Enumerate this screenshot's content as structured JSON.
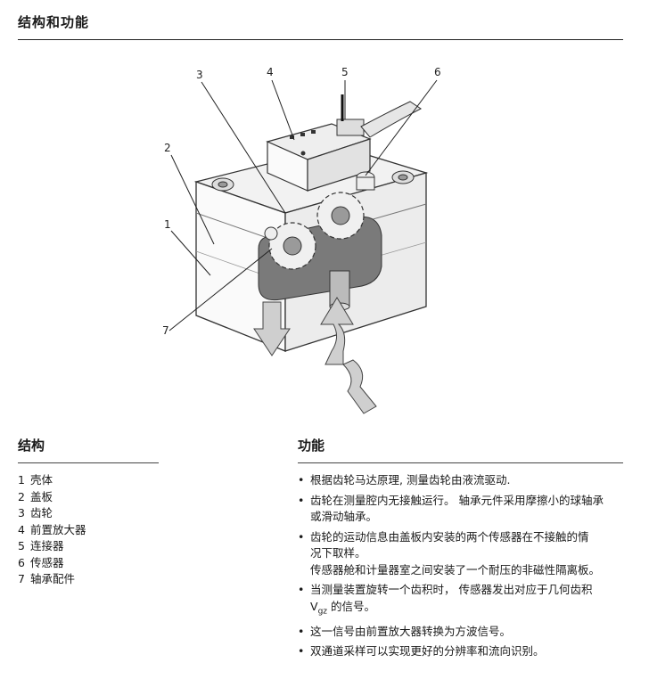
{
  "header": {
    "title": "结构和功能"
  },
  "figure": {
    "callouts": [
      "3",
      "4",
      "5",
      "6",
      "2",
      "1",
      "7"
    ]
  },
  "structure": {
    "title": "结构",
    "items": [
      {
        "num": "1",
        "label": "壳体"
      },
      {
        "num": "2",
        "label": "盖板"
      },
      {
        "num": "3",
        "label": "齿轮"
      },
      {
        "num": "4",
        "label": "前置放大器"
      },
      {
        "num": "5",
        "label": "连接器"
      },
      {
        "num": "6",
        "label": "传感器"
      },
      {
        "num": "7",
        "label": "轴承配件"
      }
    ]
  },
  "function": {
    "title": "功能",
    "bullet": "•",
    "items": [
      {
        "lines": [
          "根据齿轮马达原理, 测量齿轮由液流驱动."
        ]
      },
      {
        "lines": [
          "齿轮在测量腔内无接触运行。 轴承元件采用摩擦小的球轴承",
          "或滑动轴承。"
        ]
      },
      {
        "lines": [
          "齿轮的运动信息由盖板内安装的两个传感器在不接触的情",
          "况下取样。",
          "传感器舱和计量器室之间安装了一个耐压的非磁性隔离板。"
        ]
      },
      {
        "lines": [
          "当测量装置旋转一个齿积时， 传感器发出对应于几何齿积"
        ],
        "vgz_prefix": "V",
        "vgz_sub": "gz",
        "vgz_suffix": " 的信号。"
      },
      {
        "lines": [
          "这一信号由前置放大器转换为方波信号。"
        ]
      },
      {
        "lines": [
          "双通道采样可以实现更好的分辨率和流向识别。"
        ]
      }
    ]
  }
}
